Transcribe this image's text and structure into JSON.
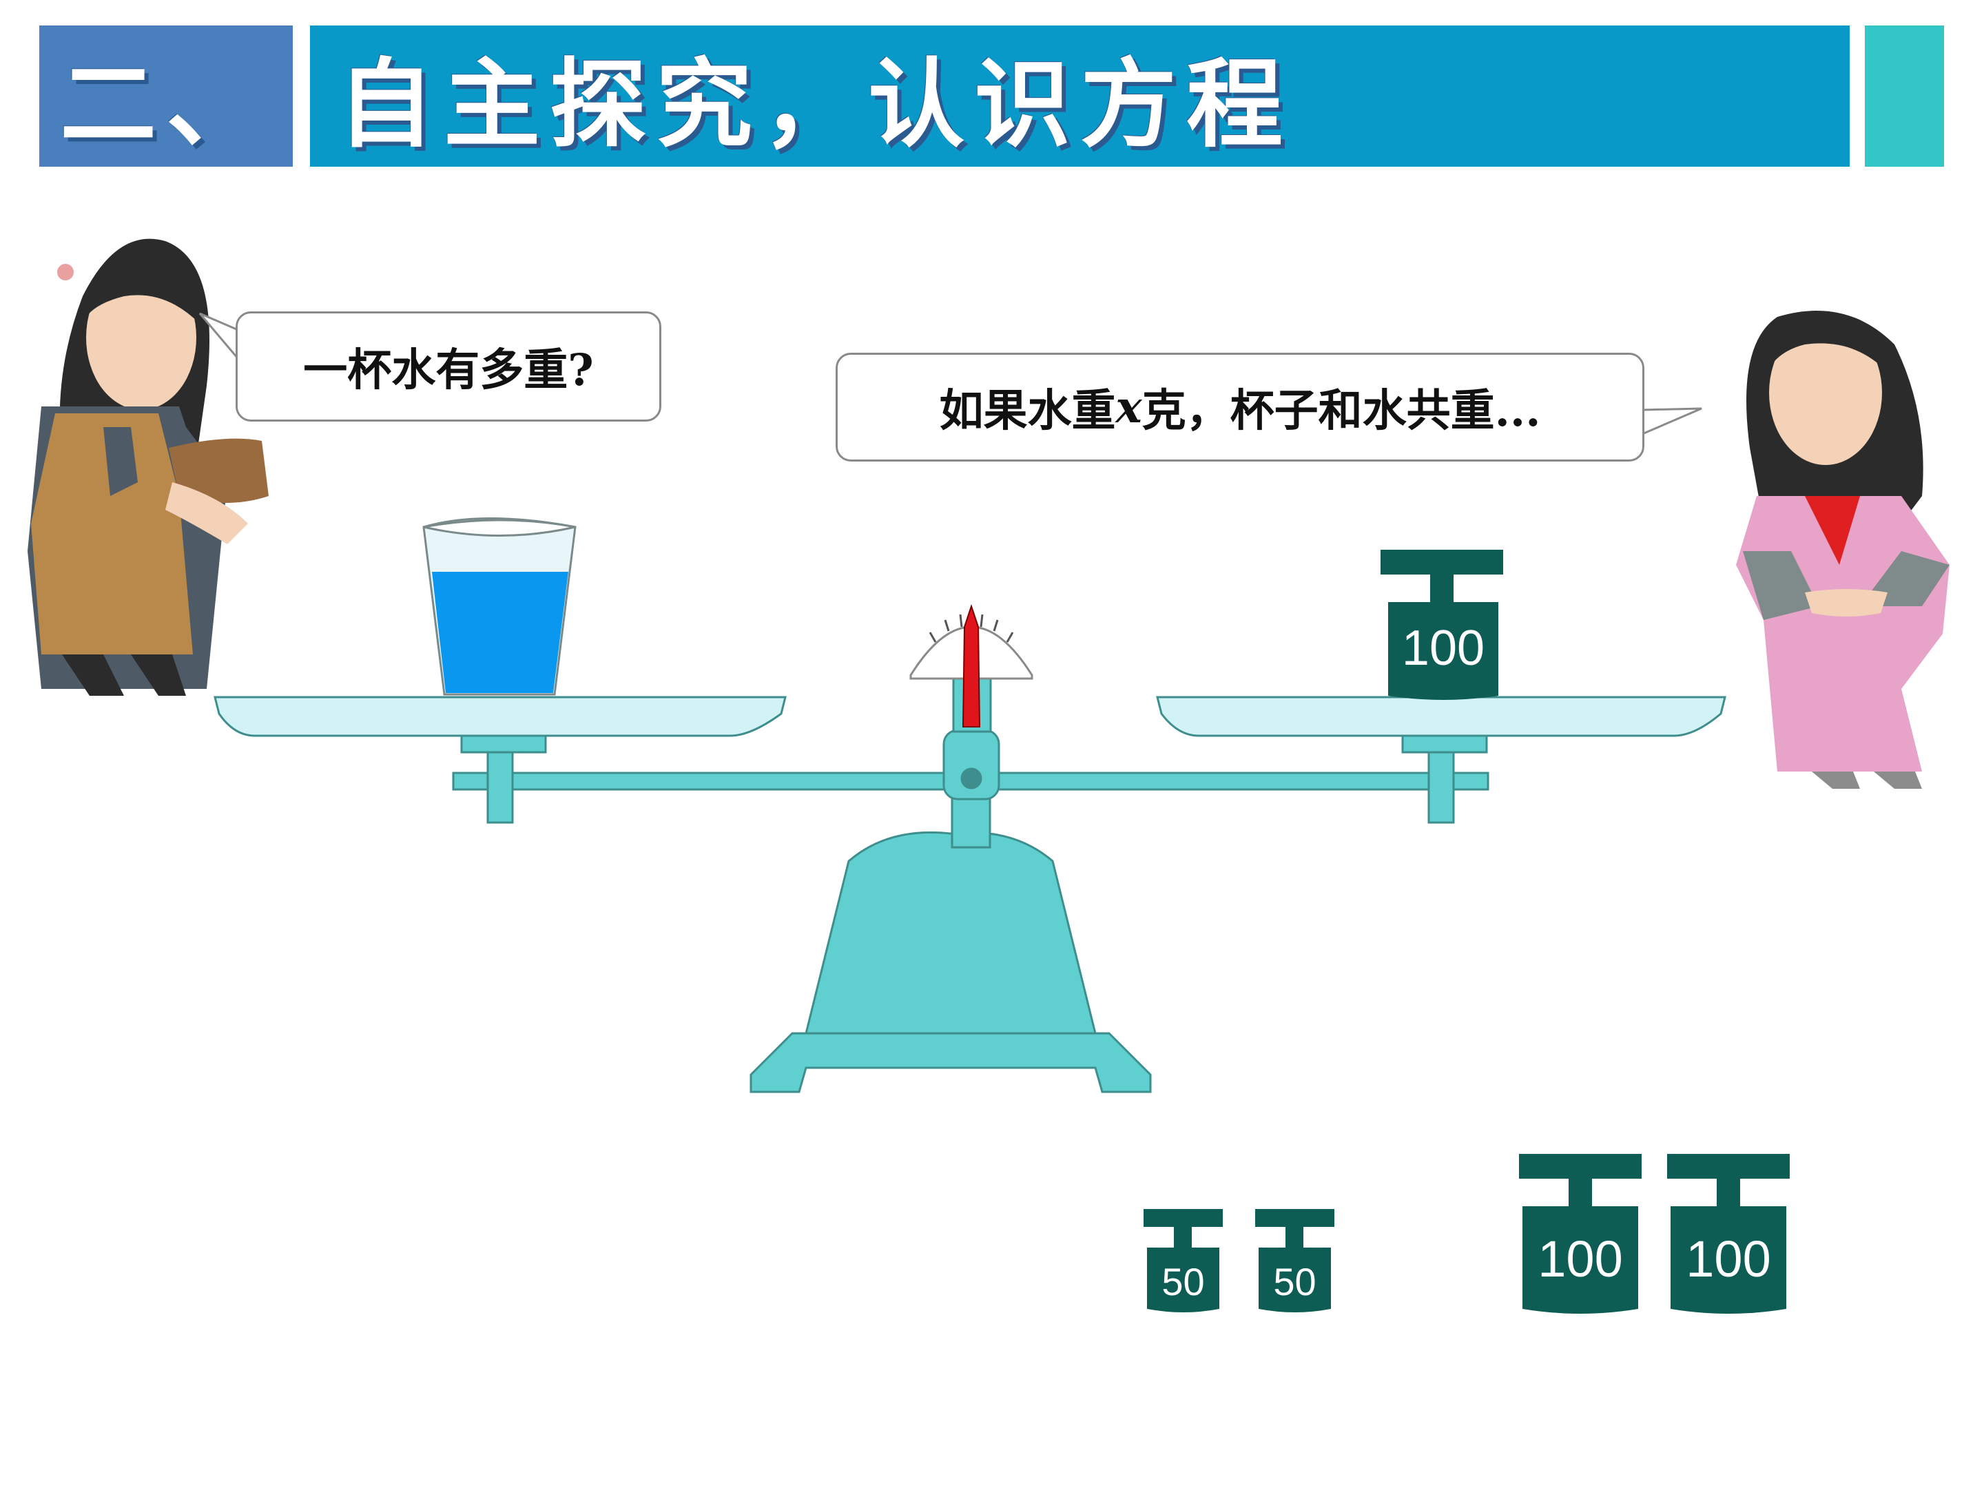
{
  "header": {
    "section_number": "二、",
    "title": "自主探究，认识方程"
  },
  "bubbles": {
    "left_text": "一杯水有多重?",
    "right_text_before": "如果水重",
    "right_var": "x",
    "right_text_after": "克，杯子和水共重..."
  },
  "scale": {
    "right_pan_weight": "100"
  },
  "spare_weights": [
    "50",
    "50",
    "100",
    "100"
  ],
  "colors": {
    "header_blue": "#4a7fbd",
    "title_blue": "#0899c9",
    "accent_teal": "#33c6c6",
    "scale_teal": "#5fcfcf",
    "weight_green": "#0e5d55",
    "water_blue": "#0a97f0"
  }
}
